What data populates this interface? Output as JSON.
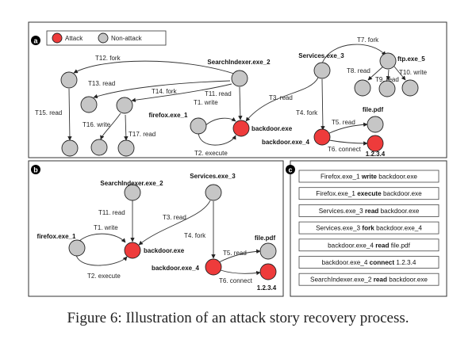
{
  "legend": {
    "attack": "Attack",
    "nonattack": "Non-attack"
  },
  "panels": {
    "a": "a",
    "b": "b",
    "c": "c"
  },
  "a": {
    "nodes": {
      "searchindexer": "SearchIndexer.exe_2",
      "services": "Services.exe_3",
      "ftp": "ftp.exe_5",
      "firefox": "firefox.exe_1",
      "backdoor": "backdoor.exe",
      "filepdf": "file.pdf",
      "backdoor4": "backdoor.exe_4",
      "ip": "1.2.3.4"
    },
    "edges": {
      "t1": "T1. write",
      "t2": "T2. execute",
      "t3": "T3. read",
      "t4": "T4. fork",
      "t5": "T5. read",
      "t6": "T6. connect",
      "t7": "T7. fork",
      "t8": "T8. read",
      "t9": "T9. read",
      "t10": "T10. write",
      "t11": "T11. read",
      "t12": "T12. fork",
      "t13": "T13. read",
      "t14": "T14. fork",
      "t15": "T15. read",
      "t16": "T16. write",
      "t17": "T17. read"
    }
  },
  "b": {
    "nodes": {
      "searchindexer": "SearchIndexer.exe_2",
      "services": "Services.exe_3",
      "firefox": "firefox.exe_1",
      "backdoor": "backdoor.exe",
      "filepdf": "file.pdf",
      "backdoor4": "backdoor.exe_4",
      "ip": "1.2.3.4"
    },
    "edges": {
      "t1": "T1. write",
      "t2": "T2. execute",
      "t3": "T3. read",
      "t4": "T4. fork",
      "t5": "T5. read",
      "t6": "T6. connect",
      "t11": "T11. read"
    }
  },
  "c": {
    "events": [
      {
        "subject": "Firefox.exe_1",
        "action": "write",
        "object": "backdoor.exe"
      },
      {
        "subject": "Firefox.exe_1",
        "action": "execute",
        "object": "backdoor.exe"
      },
      {
        "subject": "Services.exe_3",
        "action": "read",
        "object": "backdoor.exe"
      },
      {
        "subject": "Services.exe_3",
        "action": "fork",
        "object": "backdoor.exe_4"
      },
      {
        "subject": "backdoor.exe_4",
        "action": "read",
        "object": "file.pdf"
      },
      {
        "subject": "backdoor.exe_4",
        "action": "connect",
        "object": "1.2.3.4"
      },
      {
        "subject": "SearchIndexer.exe_2",
        "action": "read",
        "object": "backdoor.exe"
      }
    ]
  },
  "caption": "Figure 6: Illustration of an attack story recovery process.",
  "colors": {
    "attack": "#ee3b3b",
    "nonattack": "#c6c6c6"
  }
}
